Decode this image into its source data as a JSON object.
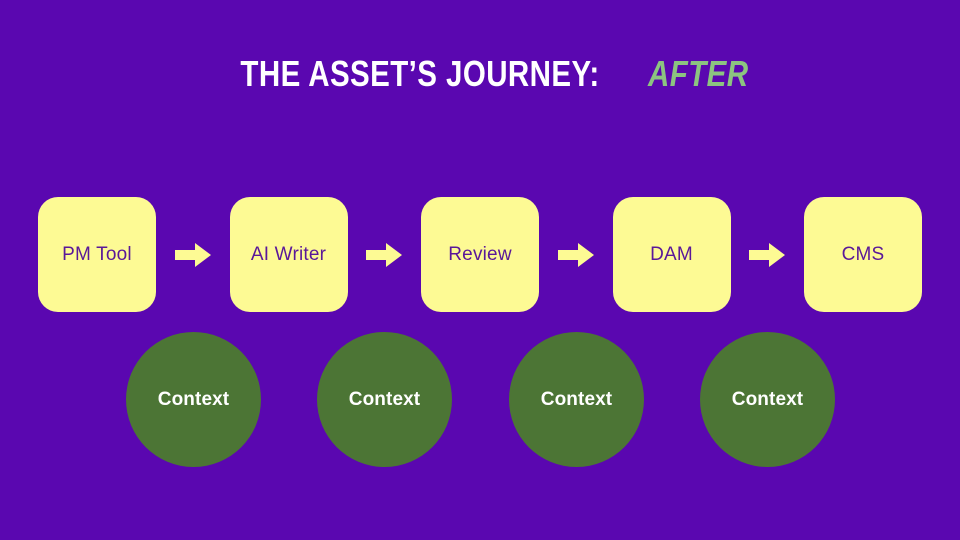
{
  "slide": {
    "background_color": "#5A07B0",
    "title": {
      "main": "THE ASSET’S JOURNEY:",
      "accent": "AFTER",
      "accent_color": "#8CC480",
      "main_color": "#FFFFFF"
    }
  },
  "flow": {
    "box_fill": "#FDFA94",
    "box_text_color": "#5A1899",
    "arrow_color": "#FDFA94",
    "stages": [
      {
        "label": "PM Tool"
      },
      {
        "label": "AI Writer"
      },
      {
        "label": "Review"
      },
      {
        "label": "DAM"
      },
      {
        "label": "CMS"
      }
    ],
    "arrows": [
      {
        "name": "arrow-right-icon"
      },
      {
        "name": "arrow-right-icon"
      },
      {
        "name": "arrow-right-icon"
      },
      {
        "name": "arrow-right-icon"
      }
    ]
  },
  "context": {
    "circle_color": "#4C7535",
    "label_color": "#FFFFFF",
    "items": [
      {
        "label": "Context"
      },
      {
        "label": "Context"
      },
      {
        "label": "Context"
      },
      {
        "label": "Context"
      }
    ]
  }
}
